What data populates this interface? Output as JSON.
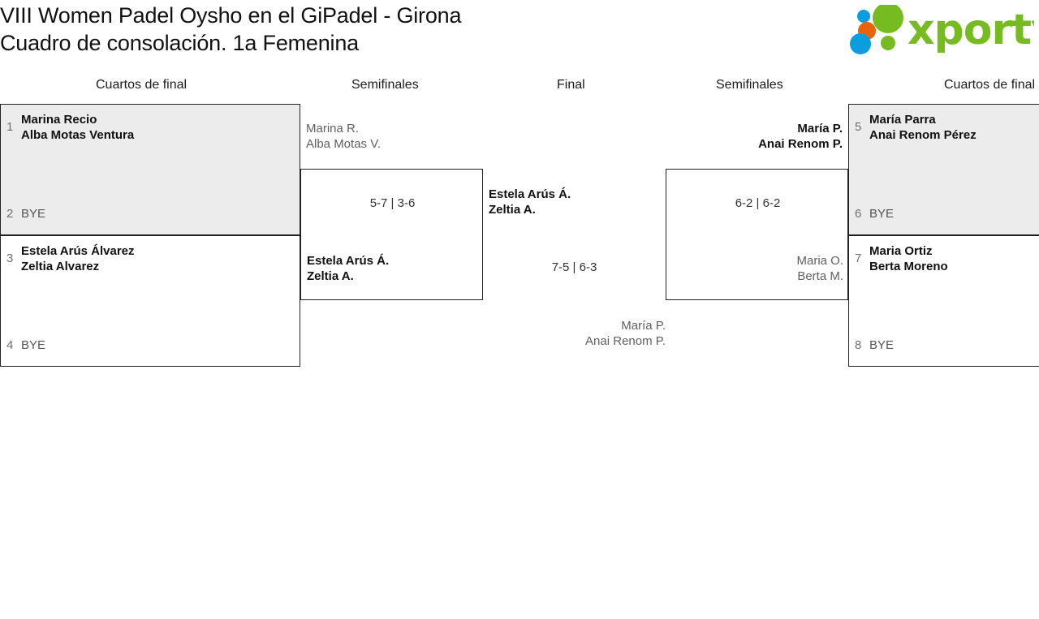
{
  "header": {
    "title_line1": "VIII Women Padel Oysho en el GiPadel - Girona",
    "title_line2": "Cuadro de consolación. 1a Femenina",
    "logo_text": "xporty",
    "logo_colors": {
      "green": "#76bc21",
      "blue": "#0a9ede",
      "orange": "#e8630a"
    }
  },
  "rounds": [
    {
      "label": "Cuartos de final"
    },
    {
      "label": "Semifinales"
    },
    {
      "label": "Final"
    },
    {
      "label": "Semifinales"
    },
    {
      "label": "Cuartos de final"
    }
  ],
  "bracket": {
    "left_quarterfinals": [
      {
        "seeds": [
          "1",
          "2"
        ],
        "top": {
          "names": [
            "Marina Recio",
            "Alba Motas Ventura"
          ],
          "bye": false
        },
        "bottom": {
          "names": [
            "BYE"
          ],
          "bye": true
        }
      },
      {
        "seeds": [
          "3",
          "4"
        ],
        "top": {
          "names": [
            "Estela Arús Álvarez",
            "Zeltia Alvarez"
          ],
          "bye": false
        },
        "bottom": {
          "names": [
            "BYE"
          ],
          "bye": true
        }
      }
    ],
    "right_quarterfinals": [
      {
        "seeds": [
          "5",
          "6"
        ],
        "top": {
          "names": [
            "María Parra",
            "Anai Renom Pérez"
          ],
          "bye": false
        },
        "bottom": {
          "names": [
            "BYE"
          ],
          "bye": true
        }
      },
      {
        "seeds": [
          "7",
          "8"
        ],
        "top": {
          "names": [
            "Maria Ortiz",
            "Berta Moreno"
          ],
          "bye": false
        },
        "bottom": {
          "names": [
            "BYE"
          ],
          "bye": true
        }
      }
    ],
    "left_semifinal": {
      "top_line1": "Marina R.",
      "top_line2": "Alba Motas V.",
      "score": "5-7 | 3-6",
      "bottom_line1": "Estela Arús Á.",
      "bottom_line2": "Zeltia A."
    },
    "right_semifinal": {
      "top_line1": "María P.",
      "top_line2": "Anai Renom P.",
      "score": "6-2 | 6-2",
      "bottom_line1": "Maria O.",
      "bottom_line2": "Berta M."
    },
    "final": {
      "winner_line1": "Estela Arús Á.",
      "winner_line2": "Zeltia A.",
      "score": "7-5 | 6-3",
      "loser_line1": "María P.",
      "loser_line2": "Anai Renom P."
    }
  }
}
